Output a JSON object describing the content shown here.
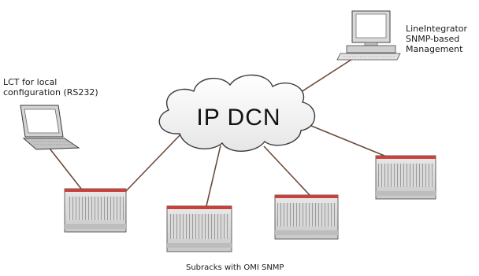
{
  "cloud": {
    "label": "IP DCN"
  },
  "management_station": {
    "lines": [
      "LineIntegrator",
      "SNMP-based",
      "Management"
    ]
  },
  "lct_laptop": {
    "lines": [
      "LCT for local",
      "configuration (RS232)"
    ]
  },
  "subracks": {
    "caption": "Subracks with OMI SNMP",
    "count": 4
  },
  "colors": {
    "line": "#6b4a3a",
    "rack_top": "#c8413a",
    "cloud_fill": "#f0f0f0"
  }
}
